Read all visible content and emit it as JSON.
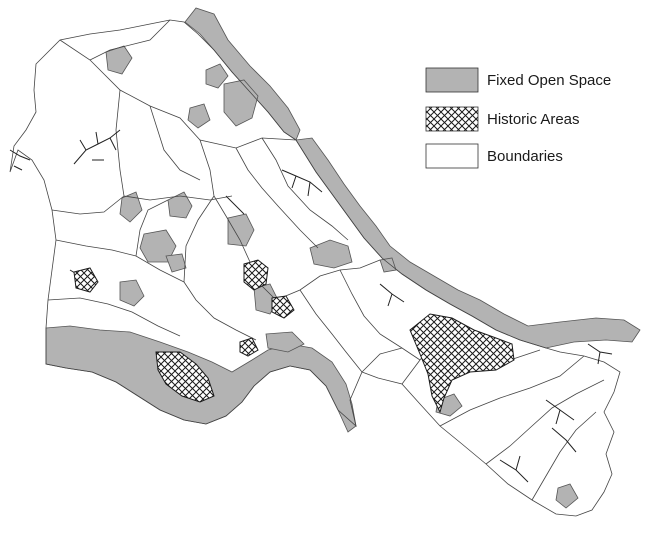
{
  "legend": {
    "items": [
      {
        "label": "Fixed Open Space",
        "swatch": "fill",
        "color": "#b3b3b3"
      },
      {
        "label": "Historic Areas",
        "swatch": "crosshatch",
        "color": "#1a1a1a"
      },
      {
        "label": "Boundaries",
        "swatch": "outline",
        "color": "#ffffff"
      }
    ]
  },
  "colors": {
    "open_space": "#b3b3b3",
    "boundary_line": "#555555",
    "background": "#ffffff"
  }
}
